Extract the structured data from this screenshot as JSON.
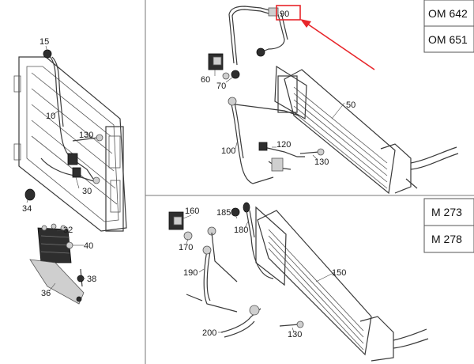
{
  "callouts_left": [
    {
      "text": "15"
    },
    {
      "text": "10"
    },
    {
      "text": "130"
    },
    {
      "text": "30"
    },
    {
      "text": "34"
    },
    {
      "text": "32"
    },
    {
      "text": "40"
    },
    {
      "text": "38"
    },
    {
      "text": "36"
    }
  ],
  "callouts_top": [
    {
      "text": "90"
    },
    {
      "text": "60"
    },
    {
      "text": "70"
    },
    {
      "text": "50"
    },
    {
      "text": "100"
    },
    {
      "text": "120"
    },
    {
      "text": "130"
    }
  ],
  "callouts_bottom": [
    {
      "text": "160"
    },
    {
      "text": "185"
    },
    {
      "text": "180"
    },
    {
      "text": "170"
    },
    {
      "text": "190"
    },
    {
      "text": "150"
    },
    {
      "text": "200"
    },
    {
      "text": "130"
    }
  ],
  "engine_top": {
    "first": "OM 642",
    "second": "OM 651"
  },
  "engine_bottom": {
    "first": "M 273",
    "second": "M 278"
  },
  "highlight": {
    "color": "#e8252a"
  }
}
